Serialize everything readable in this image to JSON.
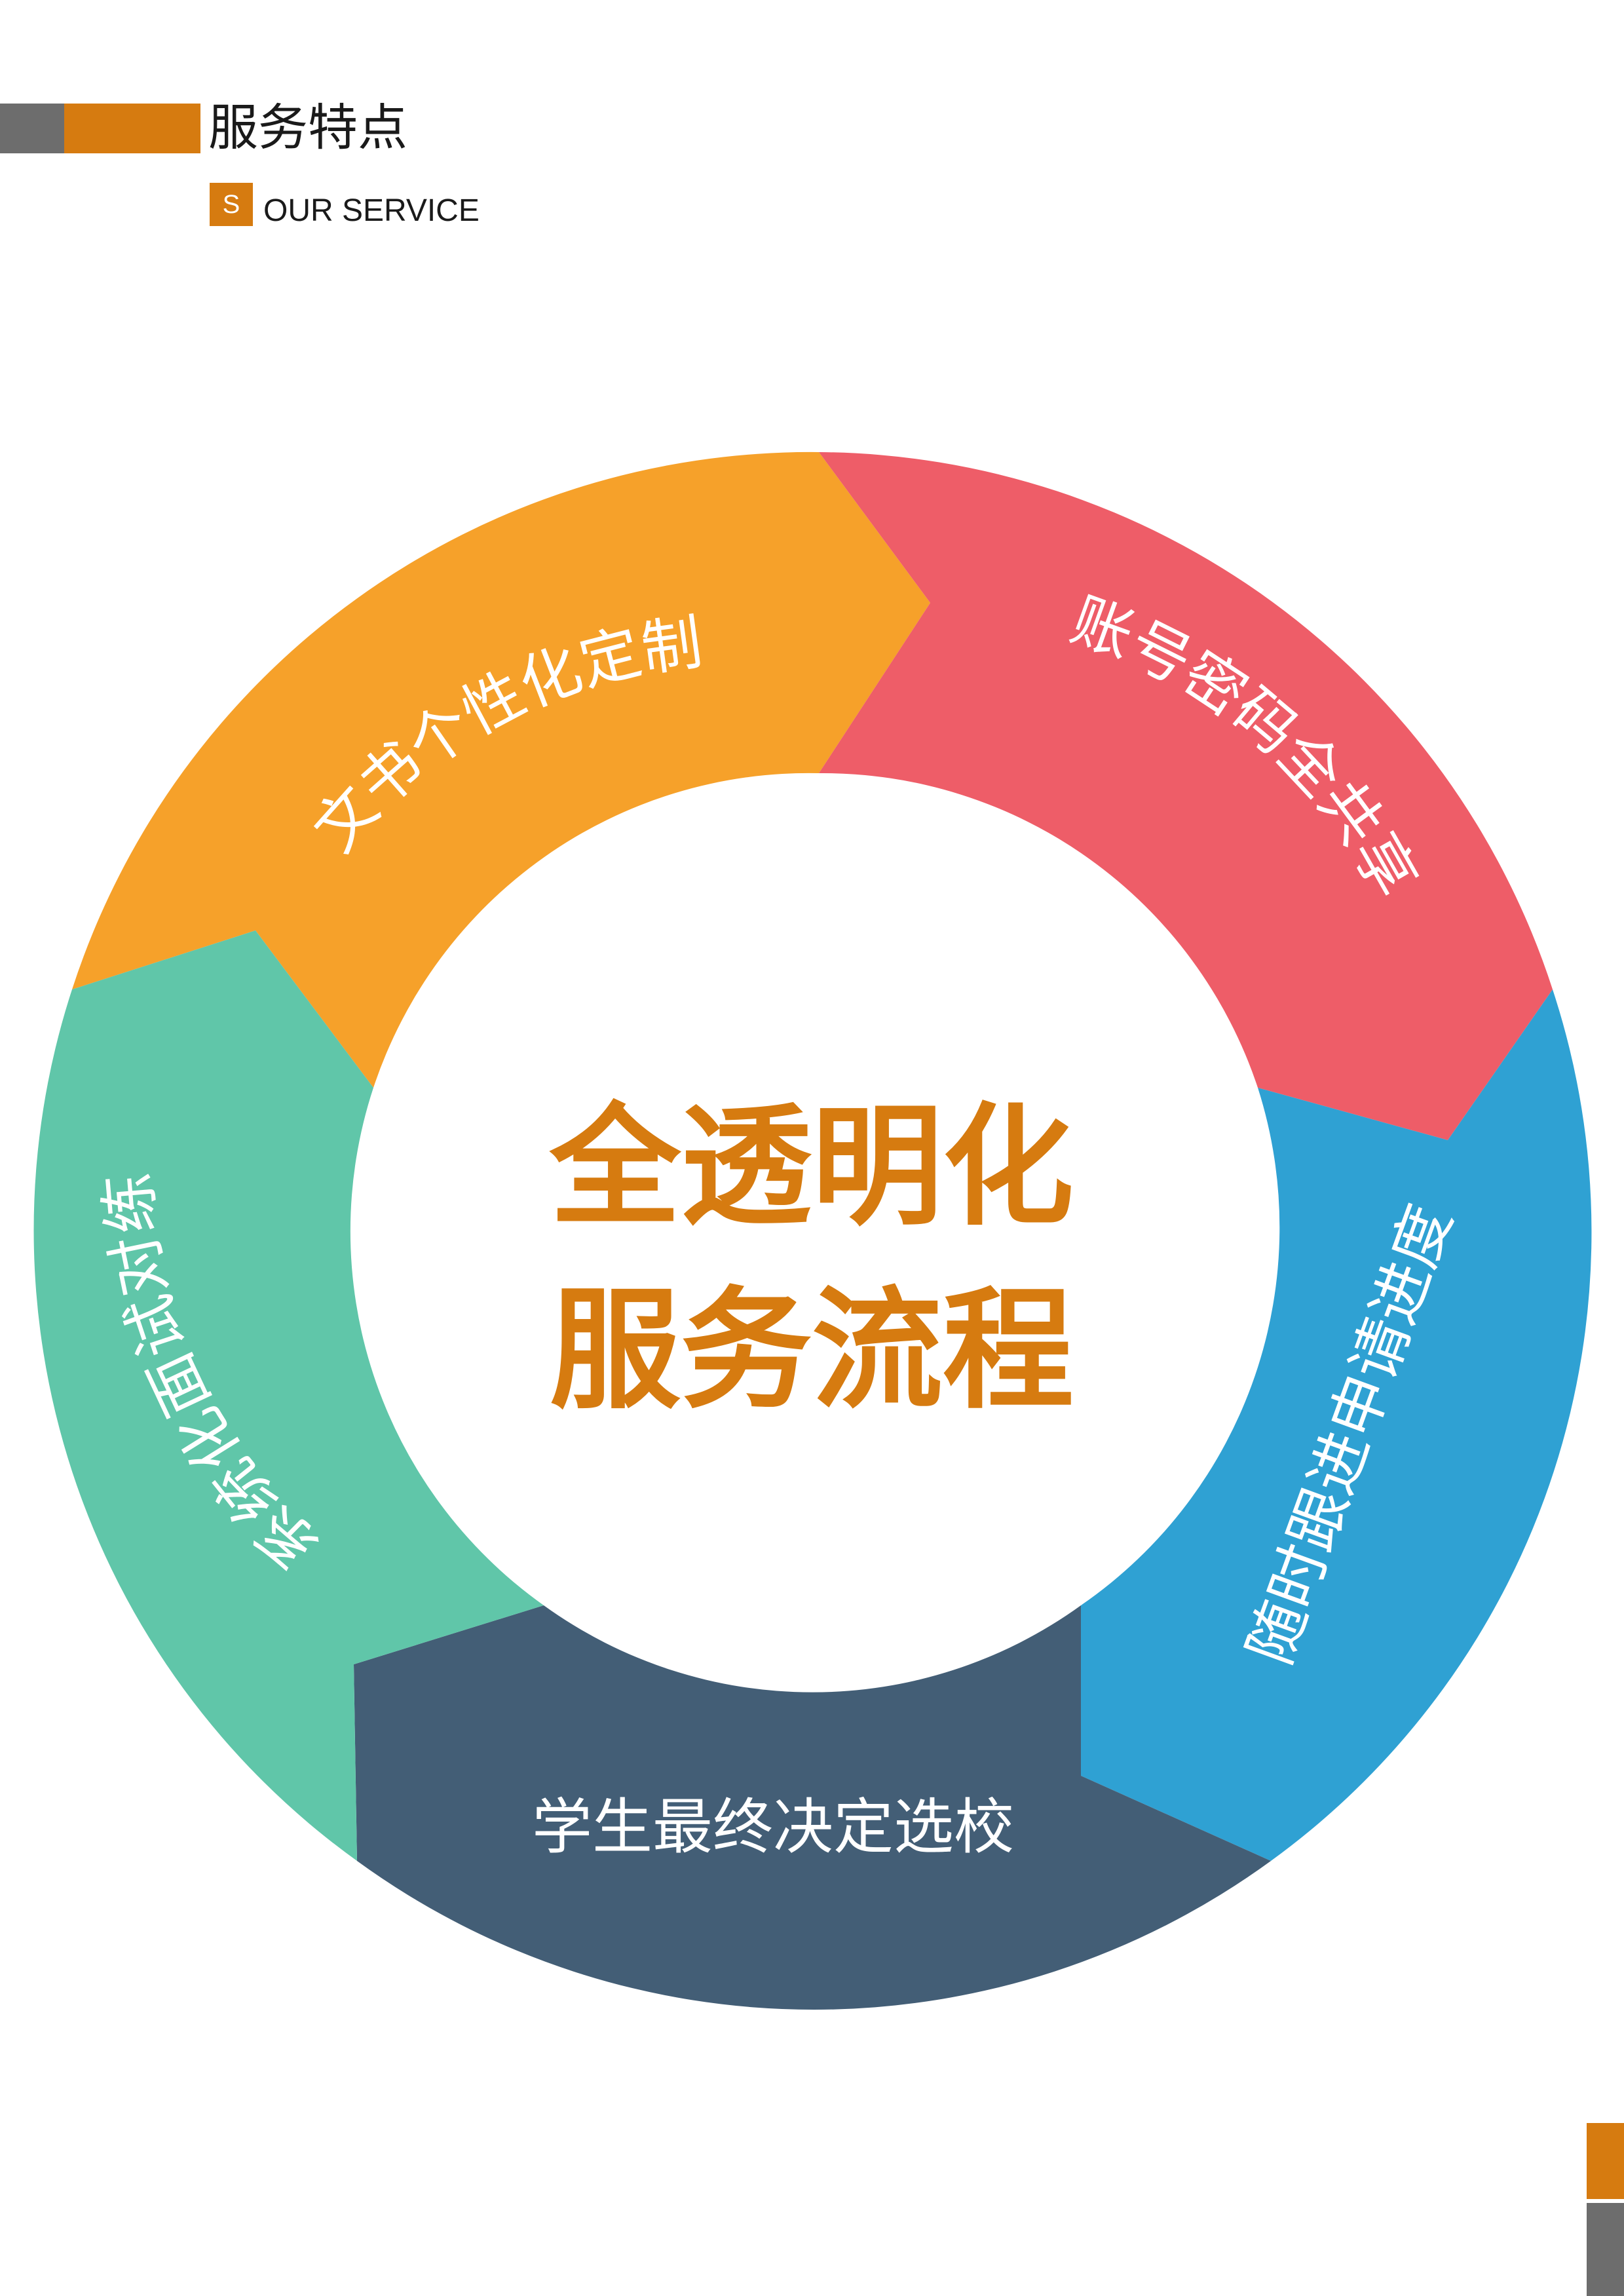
{
  "header": {
    "title": "服务特点",
    "badge_letter": "S",
    "subtitle": "OUR SERVICE"
  },
  "diagram": {
    "center_line1": "全透明化",
    "center_line2": "服务流程",
    "segments": [
      {
        "label": "文书个性化定制",
        "color": "#f6a12a"
      },
      {
        "label": "账号密码全共享",
        "color": "#ee5d68"
      },
      {
        "label": "随时跟进申请进度",
        "color": "#2fa1d3"
      },
      {
        "label": "学生最终决定选校",
        "color": "#435e76"
      },
      {
        "label": "系统化面试对练",
        "color": "#60c6a9"
      }
    ]
  },
  "colors": {
    "accent_orange": "#d67b10",
    "accent_gray": "#6d6d6d"
  }
}
